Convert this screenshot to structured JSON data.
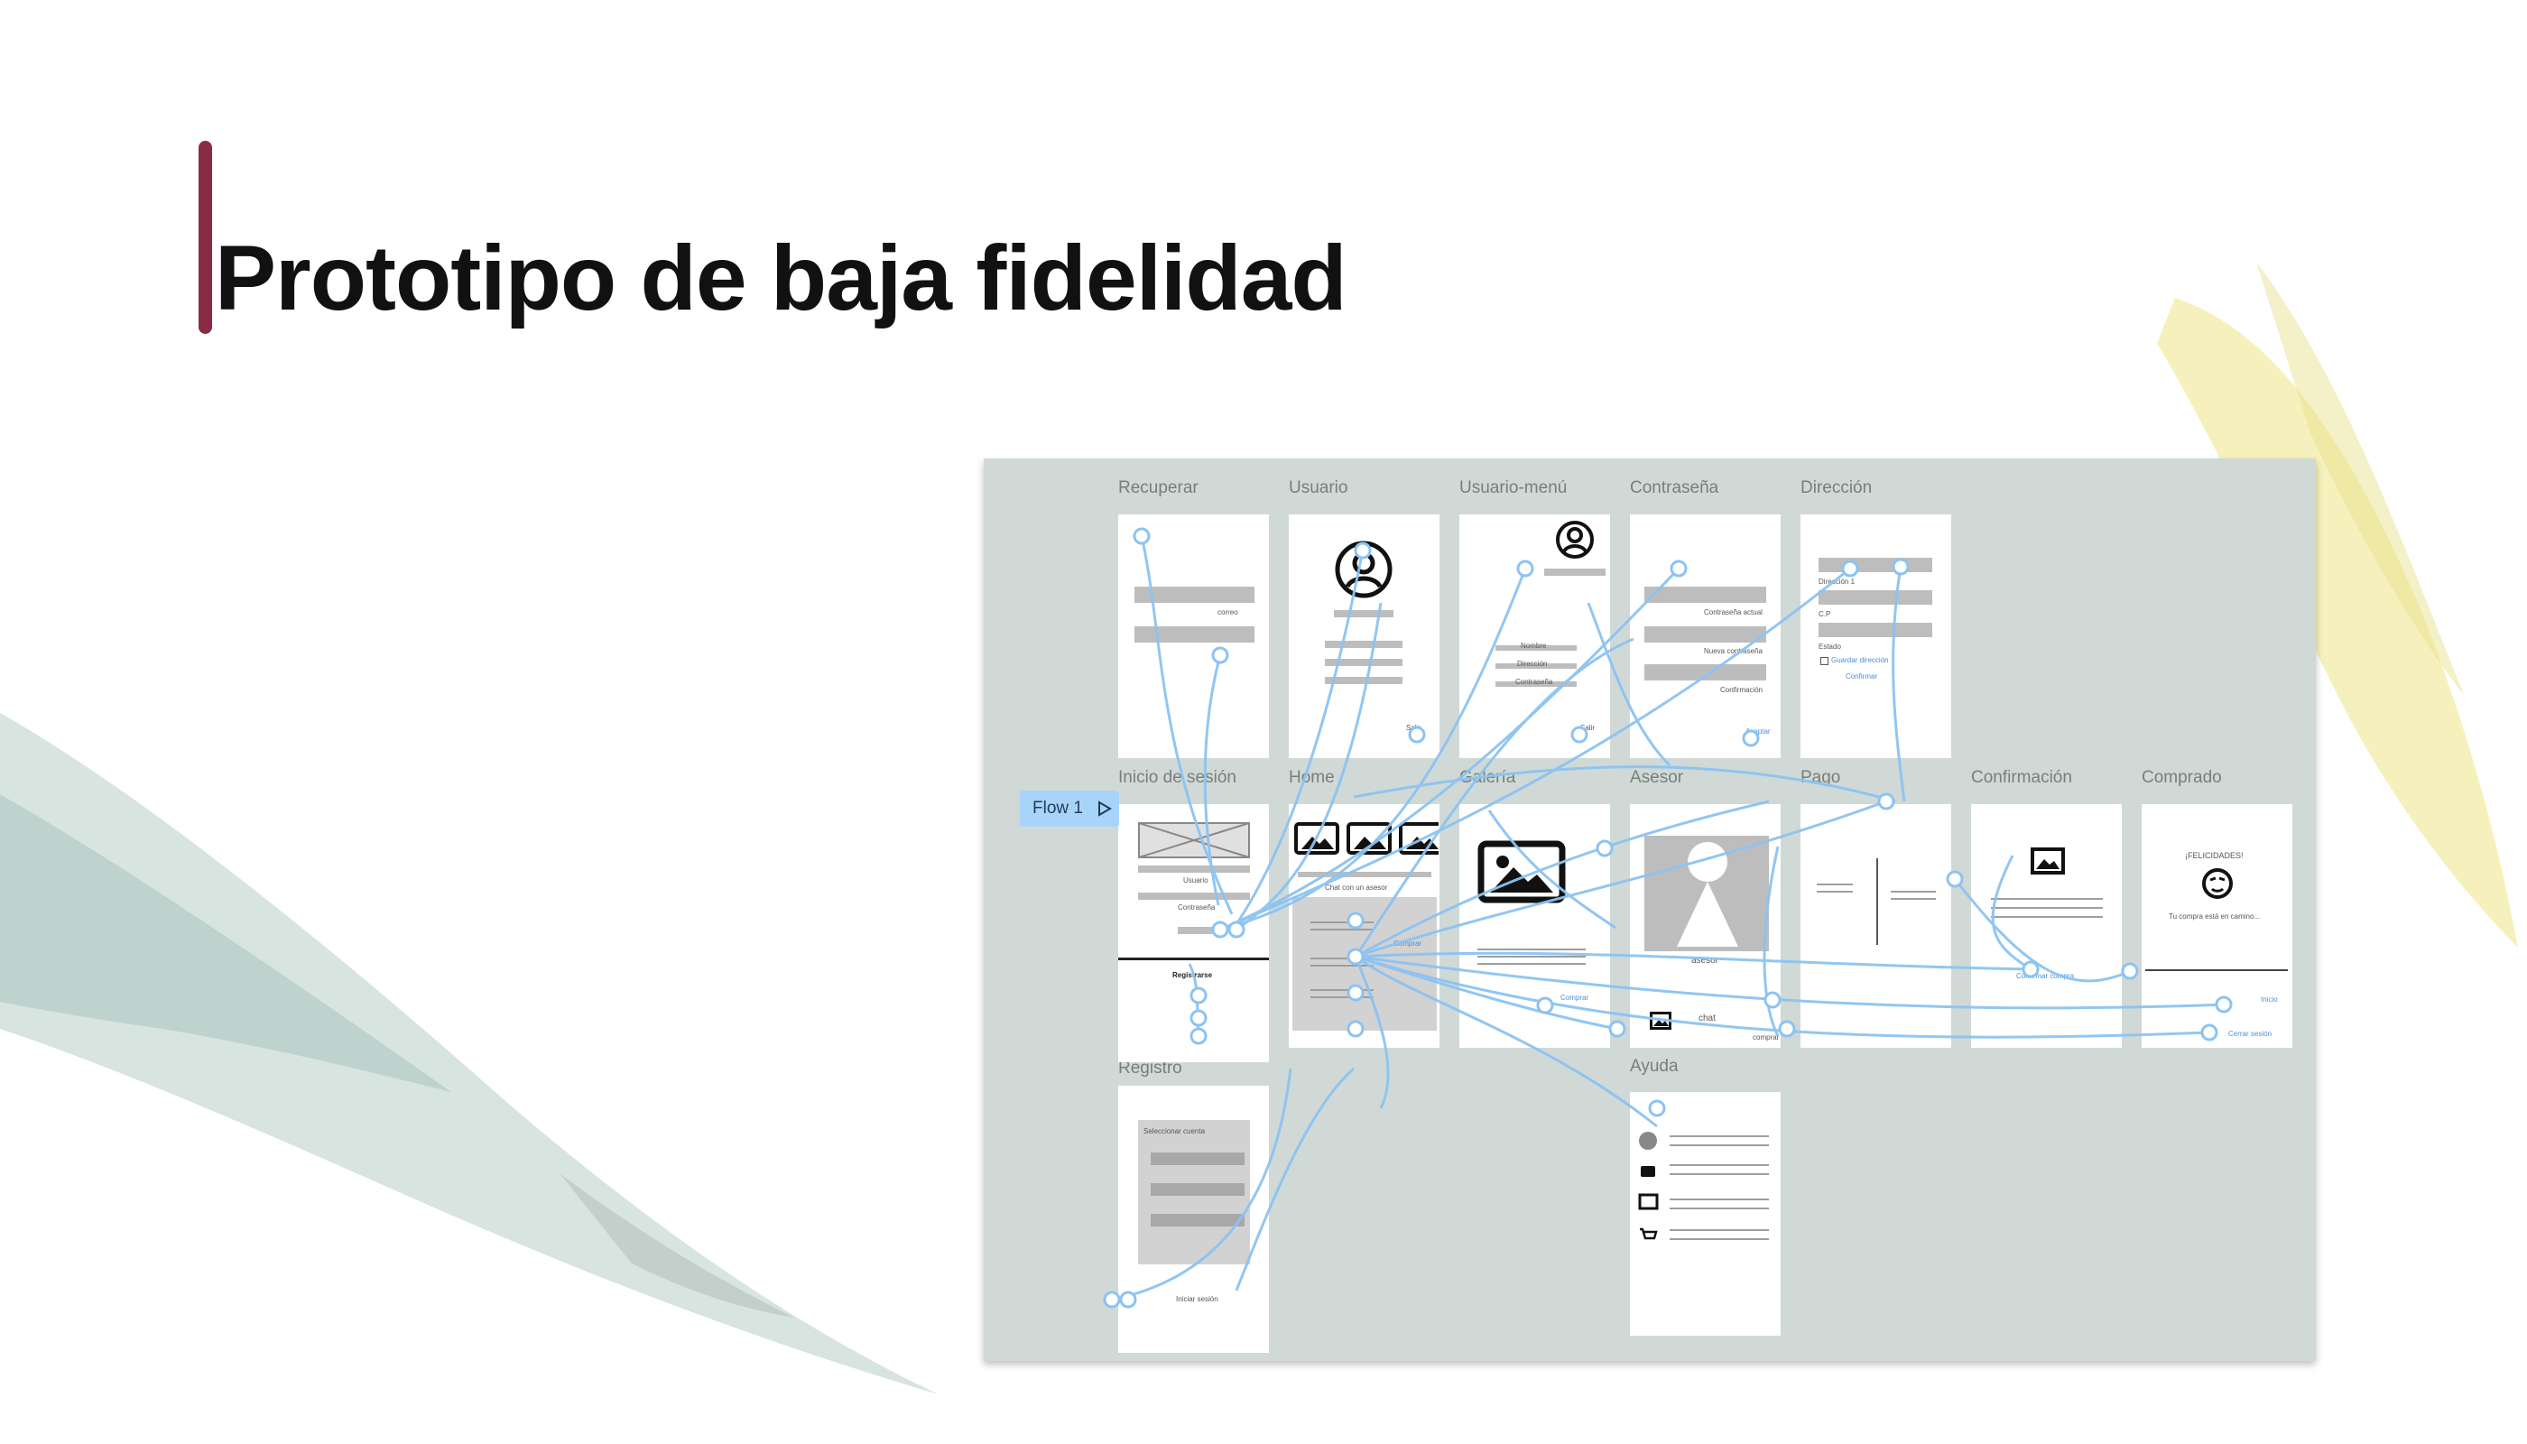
{
  "slide": {
    "title": "Prototipo de baja fidelidad",
    "accent_color": "#8a2b45"
  },
  "prototype": {
    "flow_label": "Flow 1",
    "frames": {
      "recuperar": "Recuperar",
      "usuario": "Usuario",
      "usuario_menu": "Usuario-menú",
      "contrasena": "Contraseña",
      "direccion": "Dirección",
      "inicio_sesion": "Inicio de sesión",
      "home": "Home",
      "galeria": "Galería",
      "asesor": "Asesor",
      "pago": "Pago",
      "confirmacion": "Confirmación",
      "comprado": "Comprado",
      "registro": "Registro",
      "ayuda": "Ayuda"
    },
    "screens": {
      "recuperar_correo": "correo",
      "usuario_salir": "Salir",
      "menu_nombre": "Nombre",
      "menu_direccion": "Dirección",
      "menu_contrasena": "Contraseña",
      "menu_salir": "Salir",
      "pw_actual": "Contraseña actual",
      "pw_nueva": "Nueva contraseña",
      "pw_confirmacion": "Confirmación",
      "pw_aceptar": "Aceptar",
      "dir_direccion1": "Dirección 1",
      "dir_cp": "C.P",
      "dir_estado": "Estado",
      "dir_guardar": "Guardar dirección",
      "dir_confirmar": "Confirmar",
      "login_usuario": "Usuario",
      "login_contrasena": "Contraseña",
      "login_registrarse": "Registrarse",
      "home_chat": "Chat con un asesor",
      "home_comprar": "Comprar",
      "galeria_comprar": "Comprar",
      "asesor_name": "asesor",
      "asesor_chat": "chat",
      "asesor_comprar": "comprar",
      "confirm_compra": "Confirmar compra",
      "comprado_title": "¡FELICIDADES!",
      "comprado_msg": "Tu compra está en camino...",
      "comprado_inicio": "Inicio",
      "comprado_cerrar": "Cerrar sesión",
      "registro_seleccionar": "Seleccionar cuenta",
      "registro_iniciar": "Iniciar sesión"
    },
    "connector_color": "#8cc3f2",
    "board_color": "#d0d9d6"
  }
}
